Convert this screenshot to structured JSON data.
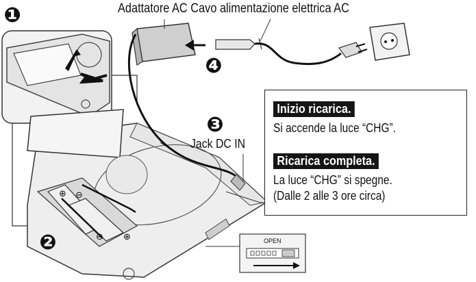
{
  "labels": {
    "adapter": "Adattatore AC Cavo alimentazione elettrica AC",
    "jack": "Jack DC IN",
    "open": "OPEN"
  },
  "steps": [
    "❶",
    "❷",
    "❸",
    "❹"
  ],
  "info": {
    "start_tag": "Inizio ricarica.",
    "start_text": "Si accende la luce “CHG”.",
    "complete_tag": "Ricarica completa.",
    "complete_line1": "La luce “CHG” si spegne.",
    "complete_line2": "(Dalle 2 alle 3 ore circa)"
  },
  "battery_marks": {
    "plus": "⊕",
    "minus": "⊖"
  }
}
